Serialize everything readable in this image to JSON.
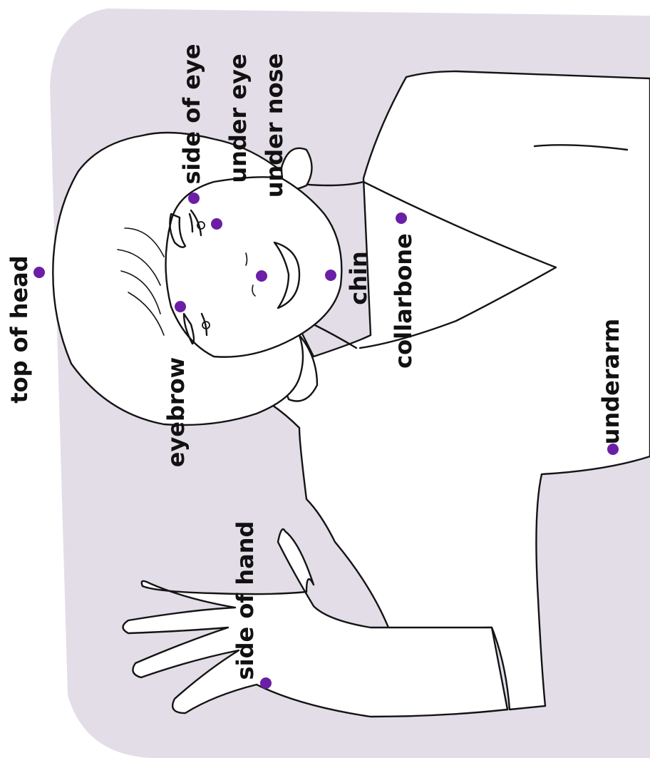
{
  "colors": {
    "background_panel": "#e3dde8",
    "point": "#6a1fa6",
    "line": "#141414",
    "text": "#111111"
  },
  "labels": {
    "top_of_head": "top of head",
    "side_of_eye": "side of eye",
    "under_eye": "under eye",
    "under_nose": "under nose",
    "eyebrow": "eyebrow",
    "chin": "chin",
    "collarbone": "collarbone",
    "underarm": "underarm",
    "side_of_hand": "side of hand"
  }
}
